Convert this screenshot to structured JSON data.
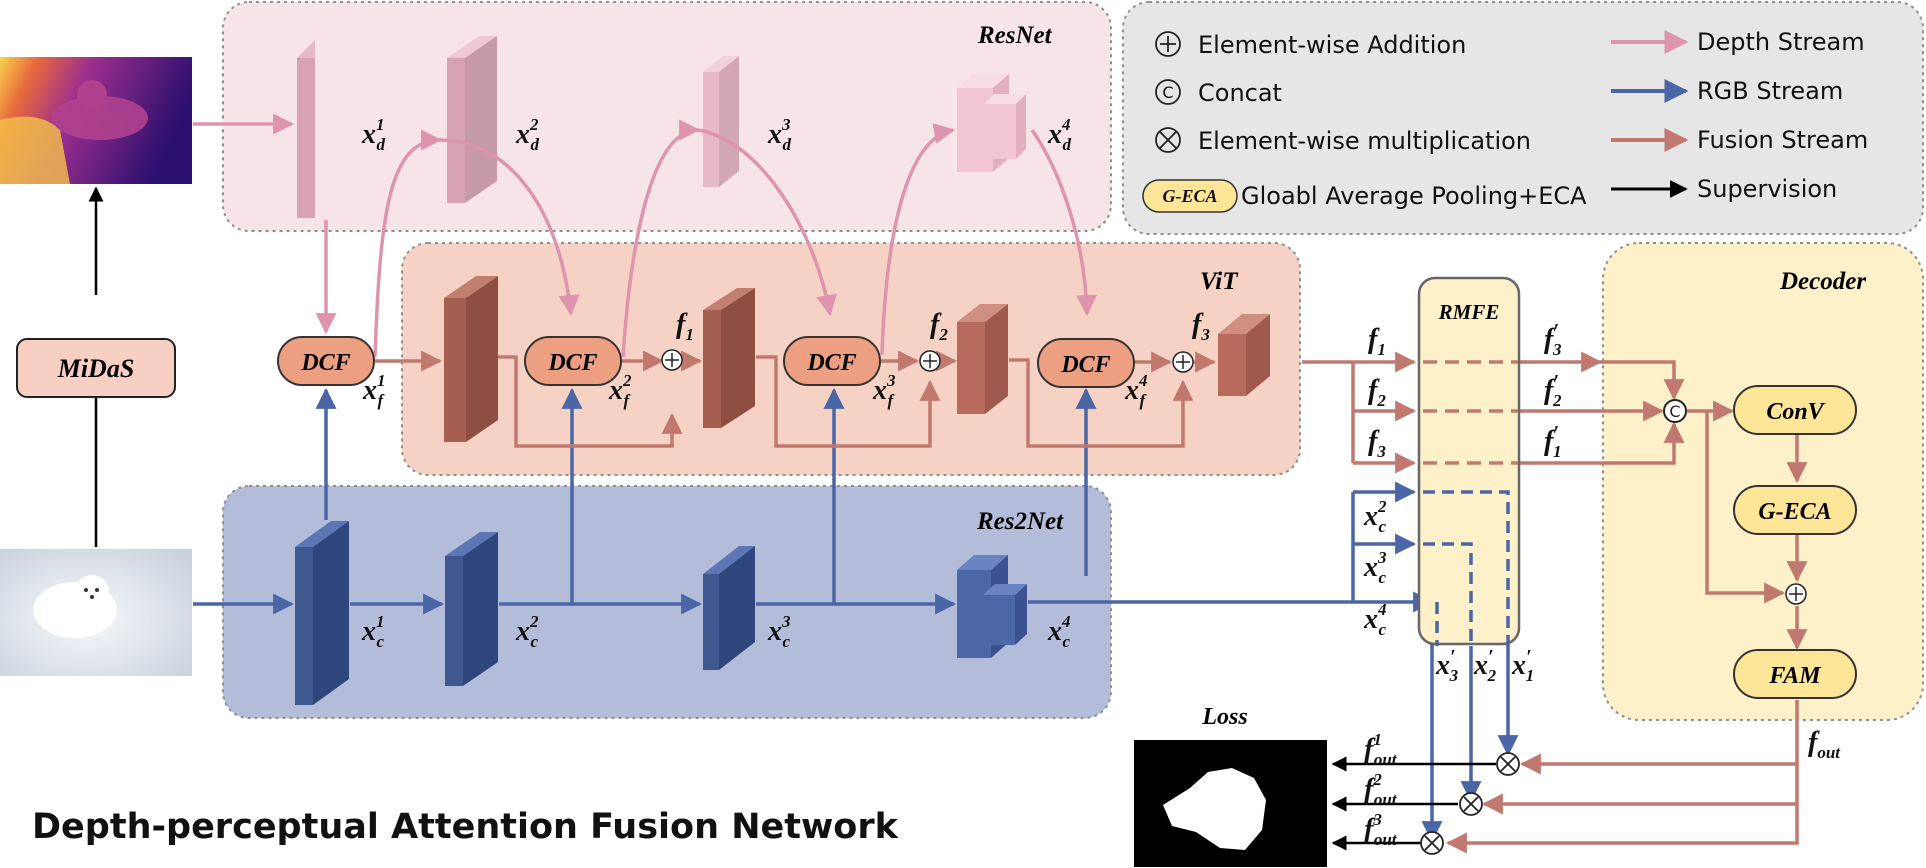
{
  "title": "Depth-perceptual Attention Fusion Network",
  "regions": {
    "resnet": "ResNet",
    "vit": "ViT",
    "res2net": "Res2Net",
    "decoder": "Decoder",
    "rmfe": "RMFE",
    "loss": "Loss"
  },
  "legend": {
    "add": "Element-wise Addition",
    "concat": "Concat",
    "mult": "Element-wise multiplication",
    "geca_badge": "G-ECA",
    "geca": "Gloabl Average Pooling+ECA",
    "depth": "Depth Stream",
    "rgb": "RGB Stream",
    "fusion": "Fusion Stream",
    "supervision": "Supervision"
  },
  "modules": {
    "midas": "MiDaS",
    "dcf": "DCF",
    "conv": "ConV",
    "geca": "G-ECA",
    "fam": "FAM"
  },
  "features": {
    "xd1": {
      "base": "x",
      "sup": "1",
      "sub": "d"
    },
    "xd2": {
      "base": "x",
      "sup": "2",
      "sub": "d"
    },
    "xd3": {
      "base": "x",
      "sup": "3",
      "sub": "d"
    },
    "xd4": {
      "base": "x",
      "sup": "4",
      "sub": "d"
    },
    "xc1": {
      "base": "x",
      "sup": "1",
      "sub": "c"
    },
    "xc2": {
      "base": "x",
      "sup": "2",
      "sub": "c"
    },
    "xc3": {
      "base": "x",
      "sup": "3",
      "sub": "c"
    },
    "xc4": {
      "base": "x",
      "sup": "4",
      "sub": "c"
    },
    "xf1": {
      "base": "x",
      "sup": "1",
      "sub": "f"
    },
    "xf2": {
      "base": "x",
      "sup": "2",
      "sub": "f"
    },
    "xf3": {
      "base": "x",
      "sup": "3",
      "sub": "f"
    },
    "xf4": {
      "base": "x",
      "sup": "4",
      "sub": "f"
    },
    "f1": {
      "base": "f",
      "sub": "1"
    },
    "f2": {
      "base": "f",
      "sub": "2"
    },
    "f3": {
      "base": "f",
      "sub": "3"
    },
    "rf1": {
      "base": "f",
      "sub": "1"
    },
    "rf2": {
      "base": "f",
      "sub": "2"
    },
    "rf3": {
      "base": "f",
      "sub": "3"
    },
    "rxc2": {
      "base": "x",
      "sup": "2",
      "sub": "c"
    },
    "rxc3": {
      "base": "x",
      "sup": "3",
      "sub": "c"
    },
    "rxc4": {
      "base": "x",
      "sup": "4",
      "sub": "c"
    },
    "f1p": {
      "base": "f",
      "sup": "′",
      "sub": "1"
    },
    "f2p": {
      "base": "f",
      "sup": "′",
      "sub": "2"
    },
    "f3p": {
      "base": "f",
      "sup": "′",
      "sub": "3"
    },
    "x1p": {
      "base": "x",
      "sup": "′",
      "sub": "1"
    },
    "x2p": {
      "base": "x",
      "sup": "′",
      "sub": "2"
    },
    "x3p": {
      "base": "x",
      "sup": "′",
      "sub": "3"
    },
    "fout": {
      "base": "f",
      "sub": "out"
    },
    "fout1": {
      "base": "f",
      "sup": "1",
      "sub": "out"
    },
    "fout2": {
      "base": "f",
      "sup": "2",
      "sub": "out"
    },
    "fout3": {
      "base": "f",
      "sup": "3",
      "sub": "out"
    }
  },
  "colors": {
    "depth": "#DE93AE",
    "rgb": "#4A66A6",
    "fusion": "#C1796F",
    "supervision": "#000000",
    "resnet_bg": "#F6E4E7",
    "vit_bg": "#F6D2C4",
    "res2net_bg": "#B3BCD8",
    "decoder_bg": "#FEF1CA",
    "legend_bg": "#E6E6E6",
    "module_yellow": "#FEE598",
    "dcf_fill": "#ED9F82",
    "midas_fill": "#F8CFC3"
  }
}
